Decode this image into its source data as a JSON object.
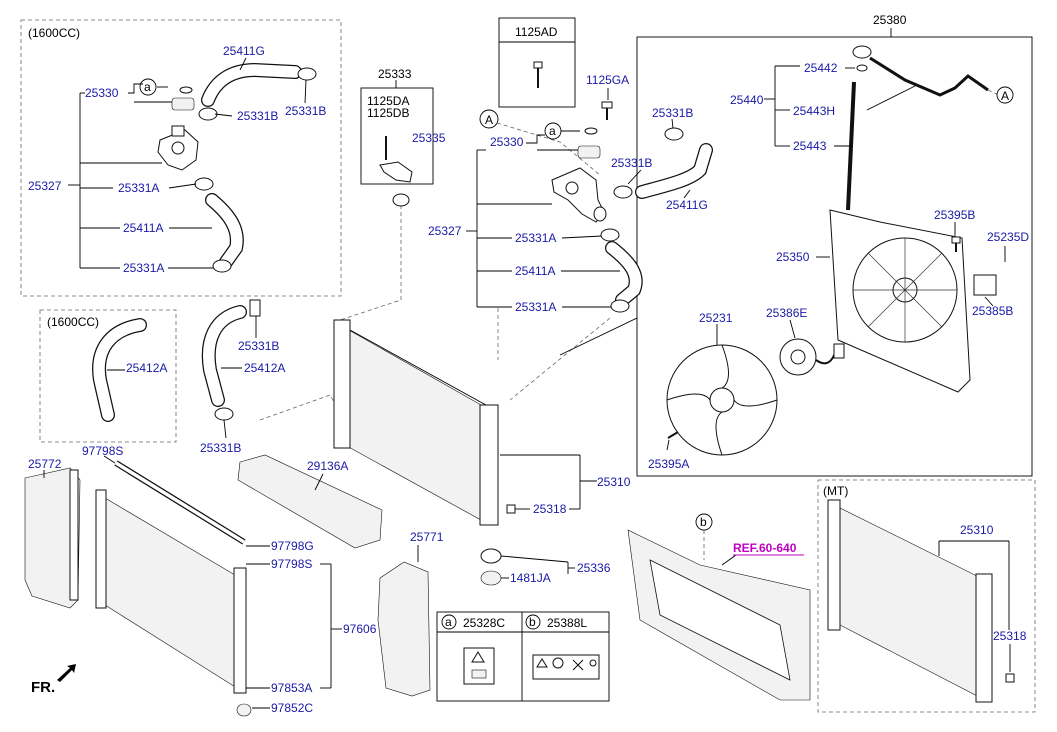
{
  "boxes": {
    "engine_1600": "(1600CC)",
    "hose_1600": "(1600CC)",
    "mt": "(MT)"
  },
  "labels": {
    "p25411G_l": "25411G",
    "p25330_l": "25330",
    "p25331B_l1": "25331B",
    "p25331B_l2": "25331B",
    "p25327_l": "25327",
    "p25331A_l1": "25331A",
    "p25411A_l": "25411A",
    "p25331A_l2": "25331A",
    "p25412A_1600": "25412A",
    "p25333": "25333",
    "p1125DA": "1125DA",
    "p1125DB": "1125DB",
    "p25335": "25335",
    "p1125AD": "1125AD",
    "p1125GA": "1125GA",
    "p25330_m": "25330",
    "p25331B_m1": "25331B",
    "p25331B_m2": "25331B",
    "p25411G_m": "25411G",
    "p25327_m": "25327",
    "p25331A_m1": "25331A",
    "p25411A_m": "25411A",
    "p25331A_m2": "25331A",
    "p25331B_h1": "25331B",
    "p25412A_h": "25412A",
    "p25331B_h2": "25331B",
    "p25380": "25380",
    "p25442": "25442",
    "p25440": "25440",
    "p25443H": "25443H",
    "p25443": "25443",
    "p25395B": "25395B",
    "p25235D": "25235D",
    "p25350": "25350",
    "p25231": "25231",
    "p25386E": "25386E",
    "p25385B": "25385B",
    "p25395A": "25395A",
    "p25310": "25310",
    "p25318": "25318",
    "p25336": "25336",
    "p1481JA": "1481JA",
    "p25772": "25772",
    "p97798S_t": "97798S",
    "p29136A": "29136A",
    "p97798G": "97798G",
    "p97798S_b": "97798S",
    "p97606": "97606",
    "p97853A": "97853A",
    "p97852C": "97852C",
    "p25771": "25771",
    "p25310_mt": "25310",
    "p25318_mt": "25318",
    "ref": "REF.60-640",
    "fr": "FR."
  },
  "callouts": {
    "a": "a",
    "b": "b",
    "A": "A"
  },
  "legend": {
    "a_letter": "a",
    "a_part": "25328C",
    "b_letter": "b",
    "b_part": "25388L"
  }
}
